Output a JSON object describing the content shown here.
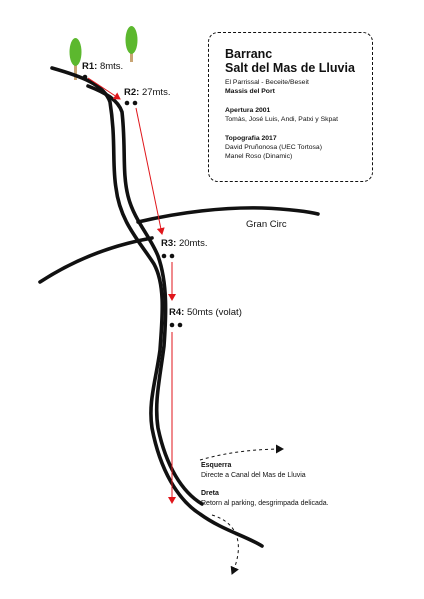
{
  "info": {
    "title_line1": "Barranc",
    "title_line2": "Salt del Mas de Lluvia",
    "location": "El Parrissal - Beceite/Beseit",
    "massif": "Massis del Port",
    "opening_heading": "Apertura 2001",
    "opening_names": "Tomàs, José Luis, Andi, Patxi y Skpat",
    "topo_heading": "Topografia 2017",
    "topo_name1": "David Pruñonosa (UEC Tortosa)",
    "topo_name2": "Manel Roso (Dinamic)"
  },
  "rappels": [
    {
      "id": "R1:",
      "length": "8mts."
    },
    {
      "id": "R2:",
      "length": "27mts."
    },
    {
      "id": "R3:",
      "length": "20mts."
    },
    {
      "id": "R4:",
      "length": "50mts (volat)"
    }
  ],
  "landmarks": {
    "gran_circ": "Gran Circ"
  },
  "exits": {
    "left_heading": "Esquerra",
    "left_text": "Directe a Canal del Mas de Lluvia",
    "right_heading": "Dreta",
    "right_text": "Retorn al parking, desgrimpada delicada."
  },
  "colors": {
    "route": "#e0161b",
    "ink": "#111111",
    "tree_green": "#5cb82e",
    "trunk": "#c9a574"
  },
  "icons": [
    "tree-icon",
    "anchor-bolt-icon",
    "arrow-icon"
  ]
}
